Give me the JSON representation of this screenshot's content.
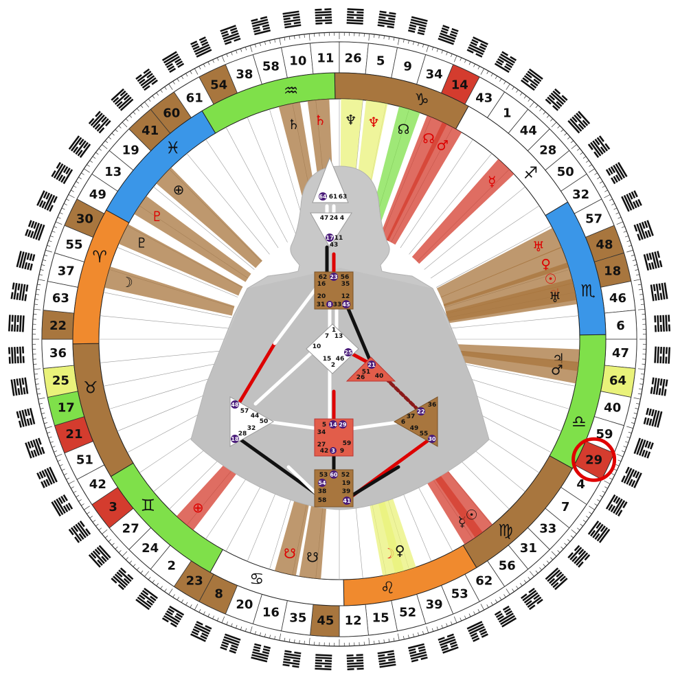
{
  "wheel": {
    "gates": [
      {
        "n": "10"
      },
      {
        "n": "11"
      },
      {
        "n": "26"
      },
      {
        "n": "5"
      },
      {
        "n": "9"
      },
      {
        "n": "34"
      },
      {
        "n": "14",
        "c": "#d43c2e"
      },
      {
        "n": "43"
      },
      {
        "n": "1"
      },
      {
        "n": "44"
      },
      {
        "n": "28"
      },
      {
        "n": "50"
      },
      {
        "n": "32"
      },
      {
        "n": "57"
      },
      {
        "n": "48",
        "c": "#a8763e"
      },
      {
        "n": "18",
        "c": "#a8763e"
      },
      {
        "n": "46"
      },
      {
        "n": "6"
      },
      {
        "n": "47"
      },
      {
        "n": "64",
        "c": "#e9f27a"
      },
      {
        "n": "40"
      },
      {
        "n": "59"
      },
      {
        "n": "29",
        "c": "#d43c2e"
      },
      {
        "n": "4"
      },
      {
        "n": "7"
      },
      {
        "n": "33"
      },
      {
        "n": "31"
      },
      {
        "n": "56"
      },
      {
        "n": "62"
      },
      {
        "n": "53"
      },
      {
        "n": "39"
      },
      {
        "n": "52"
      },
      {
        "n": "15"
      },
      {
        "n": "12"
      },
      {
        "n": "45",
        "c": "#a8763e"
      },
      {
        "n": "35"
      },
      {
        "n": "16"
      },
      {
        "n": "20"
      },
      {
        "n": "8",
        "c": "#a8763e"
      },
      {
        "n": "23",
        "c": "#a8763e"
      },
      {
        "n": "2"
      },
      {
        "n": "24"
      },
      {
        "n": "27"
      },
      {
        "n": "3",
        "c": "#d43c2e"
      },
      {
        "n": "42"
      },
      {
        "n": "51"
      },
      {
        "n": "21",
        "c": "#d43c2e"
      },
      {
        "n": "17",
        "c": "#7fe04a"
      },
      {
        "n": "25",
        "c": "#e9f27a"
      },
      {
        "n": "36"
      },
      {
        "n": "22",
        "c": "#a8763e"
      },
      {
        "n": "63"
      },
      {
        "n": "37"
      },
      {
        "n": "55"
      },
      {
        "n": "30",
        "c": "#a8763e"
      },
      {
        "n": "49"
      },
      {
        "n": "13"
      },
      {
        "n": "19"
      },
      {
        "n": "41",
        "c": "#a8763e"
      },
      {
        "n": "60",
        "c": "#a8763e"
      },
      {
        "n": "61"
      },
      {
        "n": "54",
        "c": "#a8763e"
      },
      {
        "n": "38"
      },
      {
        "n": "58"
      }
    ],
    "zodiac": [
      {
        "sym": "♑"
      },
      {
        "sym": "♐"
      },
      {
        "sym": "♏"
      },
      {
        "sym": "♎"
      },
      {
        "sym": "♍"
      },
      {
        "sym": "♌"
      },
      {
        "sym": "♋"
      },
      {
        "sym": "♊"
      },
      {
        "sym": "♉"
      },
      {
        "sym": "♈"
      },
      {
        "sym": "♓"
      },
      {
        "sym": "♒"
      }
    ],
    "highlighted_gate": "29",
    "planets": [
      {
        "sym": "☽",
        "angle": -75,
        "color": "#111",
        "band": "#a8763e"
      },
      {
        "sym": "♇",
        "angle": -64,
        "color": "#111",
        "band": "#a8763e"
      },
      {
        "sym": "♇",
        "angle": -56,
        "color": "#d00",
        "band": "#a8763e"
      },
      {
        "sym": "⊕",
        "angle": -47,
        "color": "#111",
        "band": "#a8763e"
      },
      {
        "sym": "♄",
        "angle": -12,
        "color": "#111",
        "band": "#a8763e"
      },
      {
        "sym": "♄",
        "angle": -5,
        "color": "#d00",
        "band": "#a8763e"
      },
      {
        "sym": "♆",
        "angle": 3,
        "color": "#111",
        "band": "#e9f27a"
      },
      {
        "sym": "♆",
        "angle": 9,
        "color": "#d00",
        "band": "#e9f27a"
      },
      {
        "sym": "☊",
        "angle": 17,
        "color": "#111",
        "band": "#7fe04a"
      },
      {
        "sym": "☊",
        "angle": 24,
        "color": "#d00",
        "band": "#d43c2e"
      },
      {
        "sym": "♂",
        "angle": 28,
        "color": "#d00",
        "band": "#d43c2e"
      },
      {
        "sym": "☿",
        "angle": 44,
        "color": "#d00",
        "band": "#d43c2e"
      },
      {
        "sym": "♅",
        "angle": 65,
        "color": "#d00",
        "band": "#a8763e"
      },
      {
        "sym": "♀",
        "angle": 70,
        "color": "#d00",
        "band": "#a8763e"
      },
      {
        "sym": "☉",
        "angle": 74,
        "color": "#d00",
        "band": "#a8763e"
      },
      {
        "sym": "♃",
        "angle": 78,
        "color": "#d00",
        "band": "#a8763e"
      },
      {
        "sym": "♅",
        "angle": 79,
        "color": "#111",
        "band": "#a8763e"
      },
      {
        "sym": "♃",
        "angle": 95,
        "color": "#111",
        "band": "#a8763e"
      },
      {
        "sym": "♂",
        "angle": 98,
        "color": "#111",
        "band": "#a8763e"
      },
      {
        "sym": "⊕",
        "angle": -140,
        "color": "#d00",
        "band": "#d43c2e"
      },
      {
        "sym": "☋",
        "angle": -167,
        "color": "#d00",
        "band": "#a8763e"
      },
      {
        "sym": "☋",
        "angle": -173,
        "color": "#111",
        "band": "#a8763e"
      },
      {
        "sym": "☽",
        "angle": 167,
        "color": "#d00",
        "band": "#e9f27a"
      },
      {
        "sym": "♀",
        "angle": 164,
        "color": "#111",
        "band": "#e9f27a"
      },
      {
        "sym": "☿",
        "angle": 146,
        "color": "#111",
        "band": "#d43c2e"
      },
      {
        "sym": "☉",
        "angle": 143,
        "color": "#111",
        "band": "#d43c2e"
      }
    ]
  },
  "bodygraph": {
    "head": {
      "nums": [
        "64",
        "61",
        "63"
      ]
    },
    "ajna": {
      "nums": [
        "47",
        "24",
        "4",
        "17",
        "11",
        "43"
      ]
    },
    "throat": {
      "nums": [
        "62",
        "23",
        "56",
        "16",
        "35",
        "20",
        "12",
        "31",
        "8",
        "33",
        "45"
      ]
    },
    "g": {
      "nums": [
        "1",
        "7",
        "13",
        "10",
        "25",
        "15",
        "46",
        "2"
      ]
    },
    "ego": {
      "nums": [
        "21",
        "51",
        "26",
        "40"
      ]
    },
    "spleen": {
      "nums": [
        "48",
        "57",
        "44",
        "50",
        "32",
        "28",
        "18"
      ]
    },
    "sacral": {
      "nums": [
        "5",
        "14",
        "29",
        "34",
        "27",
        "59",
        "42",
        "3",
        "9"
      ]
    },
    "solar": {
      "nums": [
        "36",
        "22",
        "37",
        "6",
        "49",
        "55",
        "30"
      ]
    },
    "root": {
      "nums": [
        "53",
        "60",
        "52",
        "54",
        "19",
        "38",
        "39",
        "58",
        "41"
      ]
    }
  }
}
